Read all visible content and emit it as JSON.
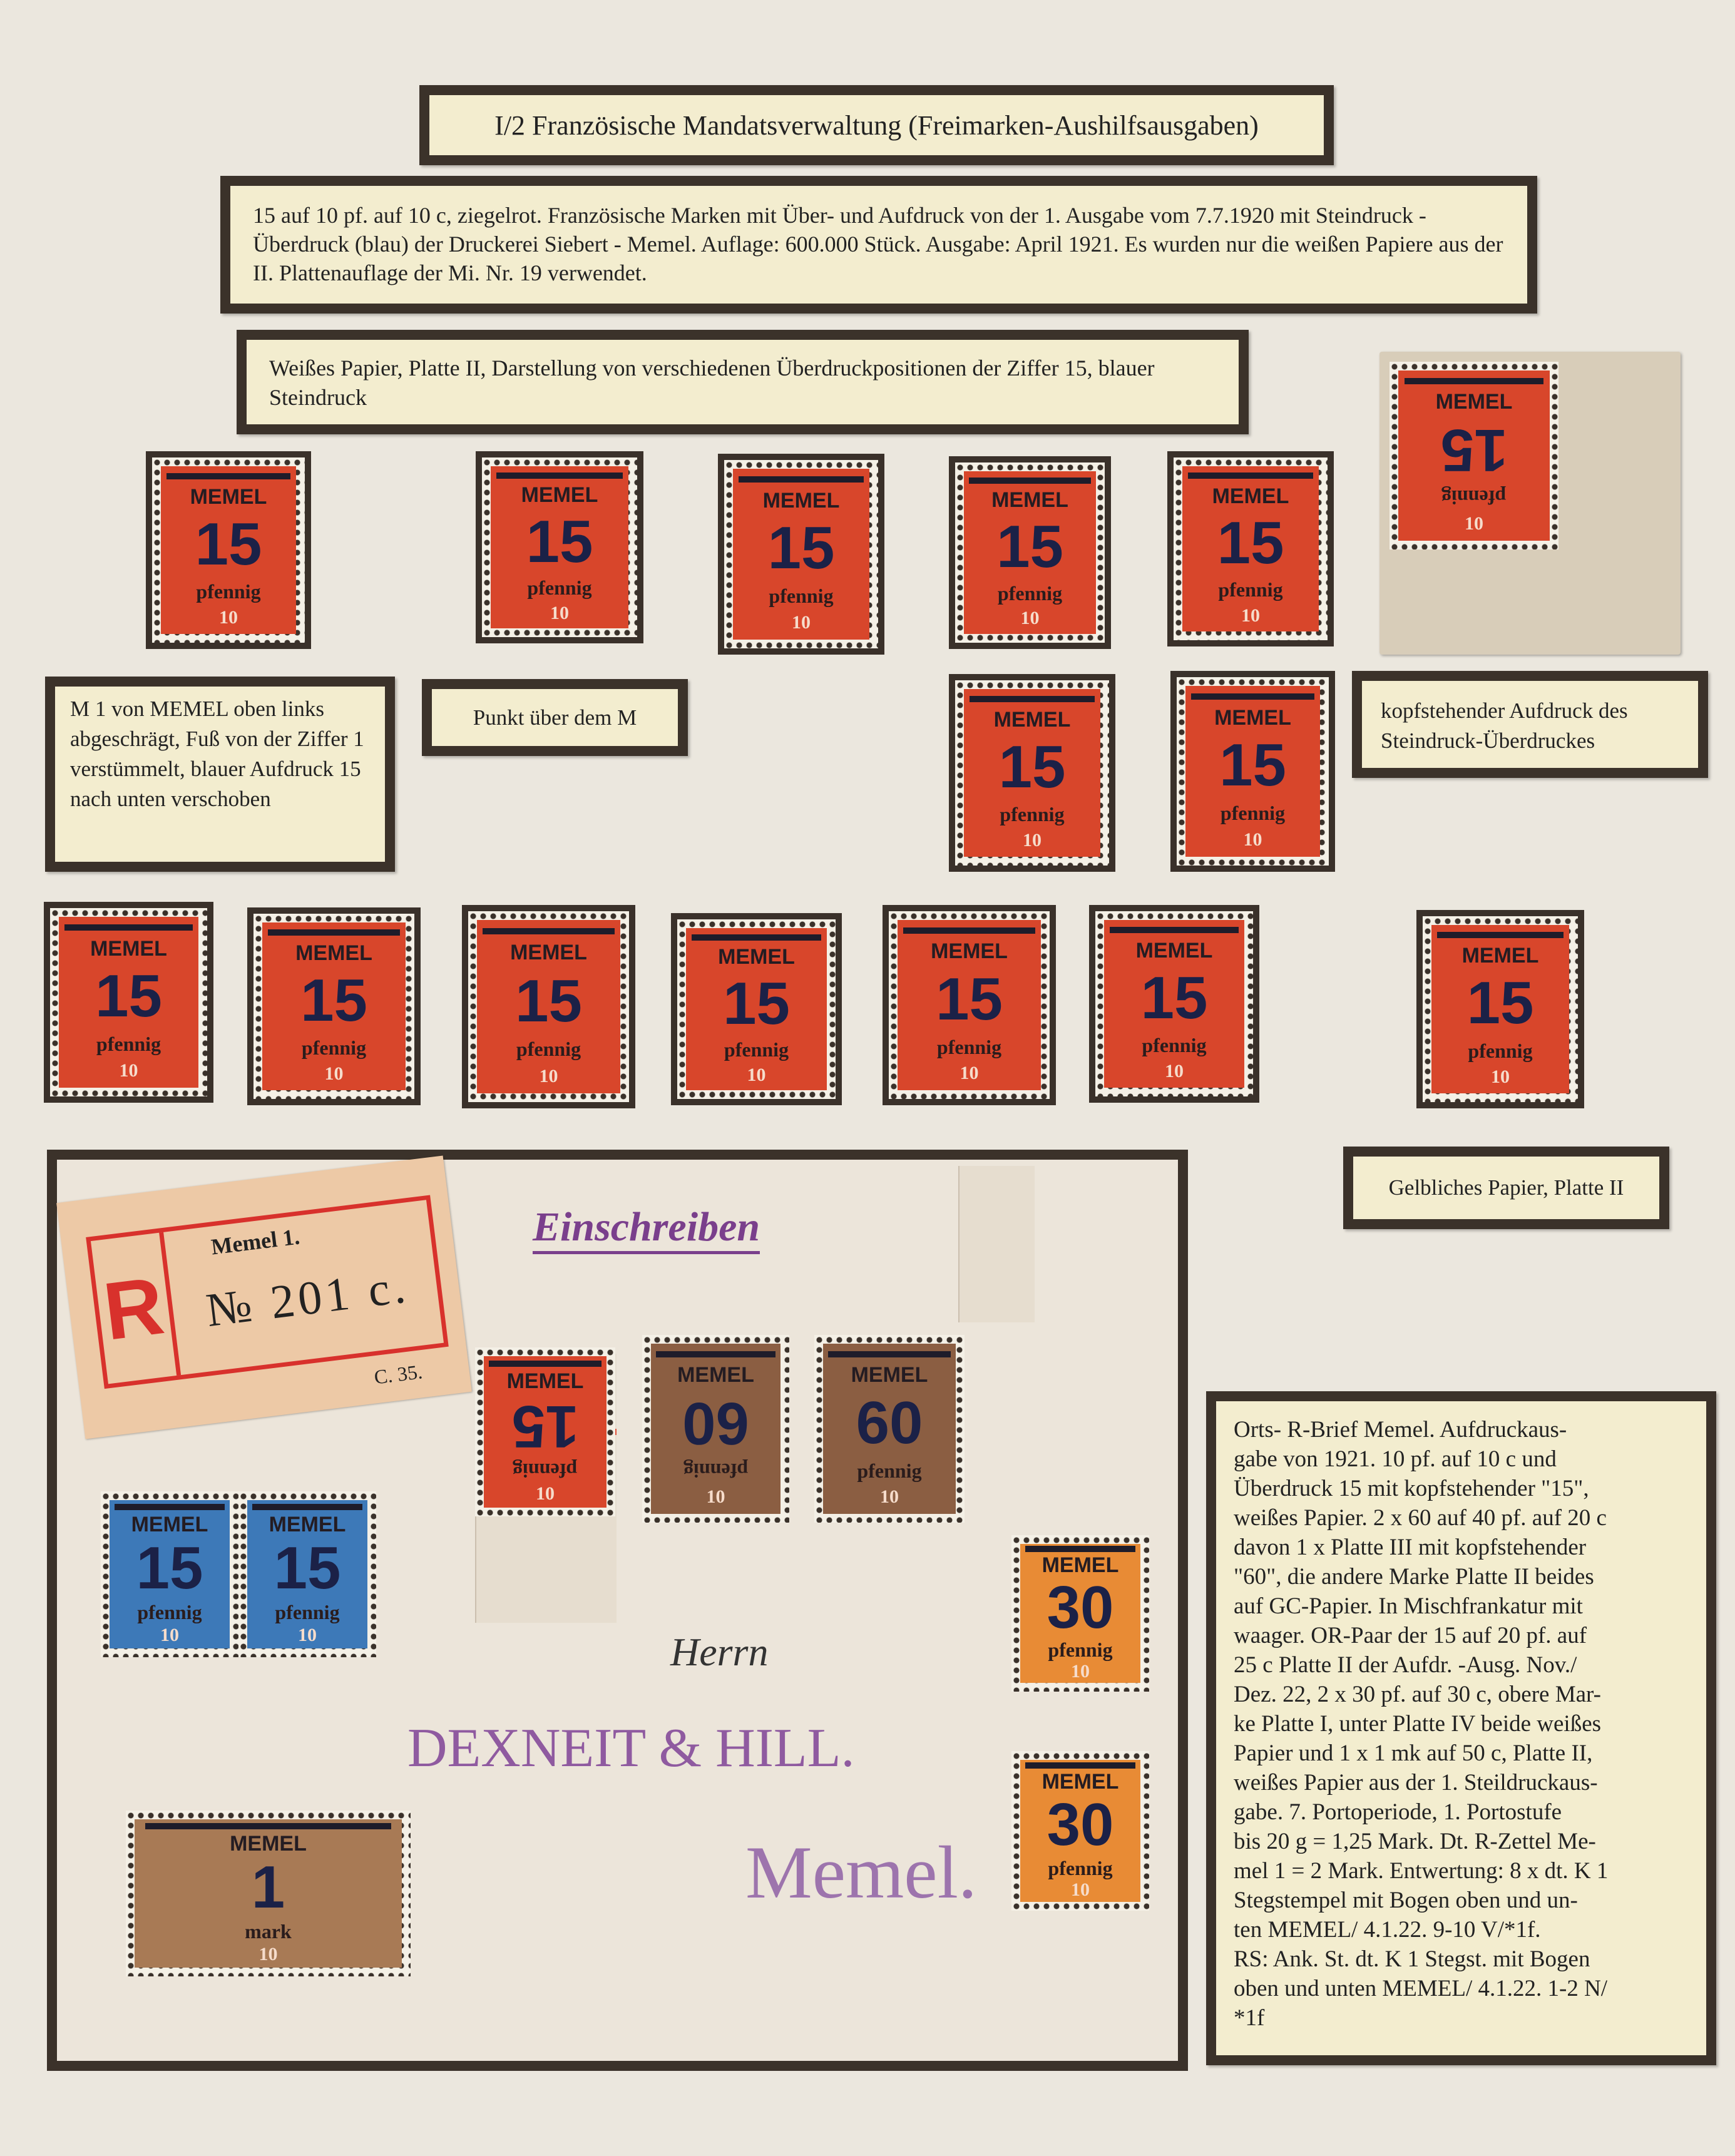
{
  "title": "I/2  Französische Mandatsverwaltung (Freimarken-Aushilfsausgaben)",
  "description": "15 auf 10 pf. auf 10 c, ziegelrot. Französische Marken mit Über- und Aufdruck von der 1. Ausgabe vom 7.7.1920 mit Steindruck - Überdruck (blau) der Druckerei Siebert - Memel. Auflage: 600.000 Stück. Ausgabe: April 1921. Es wurden nur die weißen Papiere aus der II. Plattenauflage der Mi. Nr. 19 verwendet.",
  "platte_note": "Weißes Papier, Platte II, Darstellung von verschiedenen Überdruckpositionen der Ziffer 15, blauer Steindruck",
  "note_m1": "M 1 von MEMEL oben links abgeschrägt, Fuß von der Ziffer 1 verstümmelt, blauer Aufdruck 15 nach unten verschoben",
  "note_punkt": "Punkt über dem M",
  "note_kopf": "kopfstehender Aufdruck des Steindruck-Überdruckes",
  "note_gelb": "Gelbliches Papier, Platte II",
  "stamp": {
    "overprint": "MEMEL",
    "value": "15",
    "unit": "pfennig",
    "original": "10"
  },
  "cover": {
    "registration_office": "Memel 1.",
    "registration_number": "№ 201 c.",
    "registration_code": "C. 35.",
    "registration_letter": "R",
    "einschreiben": "Einschreiben",
    "addressee_title": "Herrn",
    "addressee": "DEXNEIT & HILL.",
    "city": "Memel.",
    "values": {
      "v15": "15",
      "v60": "60",
      "v30": "30",
      "v1": "1",
      "mark": "mark"
    }
  },
  "orts_text": "Orts- R-Brief  Memel. Aufdruckaus-\ngabe von 1921. 10 pf. auf 10 c und\nÜberdruck 15 mit kopfstehender \"15\",\nweißes Papier. 2 x 60 auf 40 pf. auf 20 c\ndavon 1 x Platte III mit kopfstehender\n\"60\", die andere Marke Platte II beides\nauf  GC-Papier. In Mischfrankatur mit\nwaager. OR-Paar der 15 auf 20 pf. auf\n25 c Platte  II der Aufdr. -Ausg. Nov./\nDez. 22, 2 x 30 pf. auf 30 c, obere Mar-\nke Platte I, unter Platte IV beide weißes\nPapier und 1 x  1 mk auf 50 c, Platte II,\nweißes Papier aus der 1. Steildruckaus-\ngabe. 7. Portoperiode, 1. Portostufe\nbis 20 g = 1,25 Mark. Dt. R-Zettel Me-\nmel 1 = 2 Mark. Entwertung: 8 x dt. K 1\nStegstempel mit Bogen oben und un-\nten   MEMEL/ 4.1.22. 9-10 V/*1f.\nRS: Ank. St.  dt. K 1 Stegst. mit Bogen\noben und unten  MEMEL/ 4.1.22. 1-2 N/\n*1f"
}
